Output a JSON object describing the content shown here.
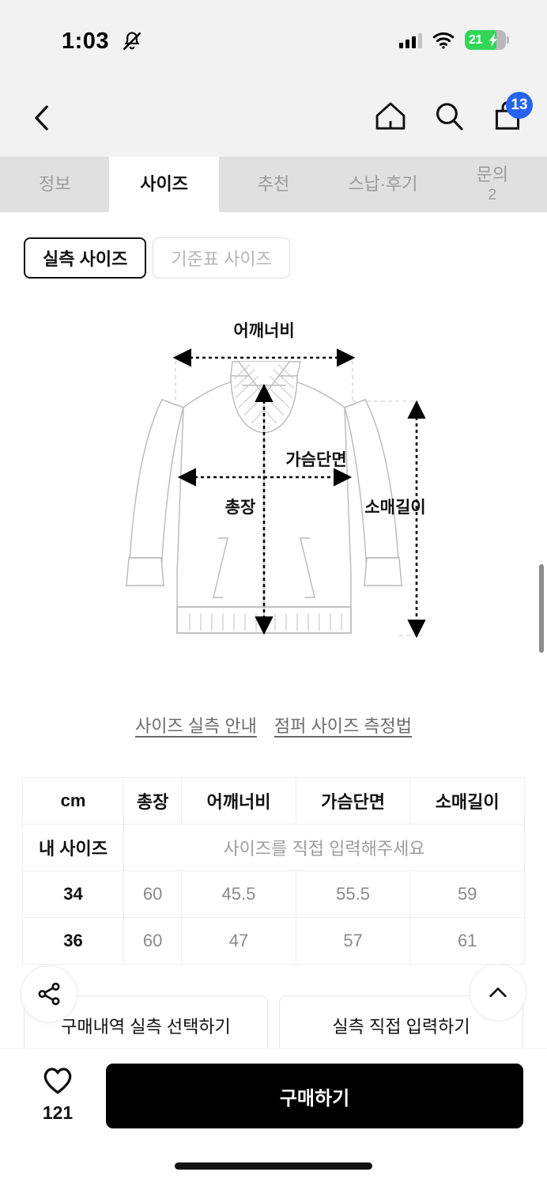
{
  "status_bar": {
    "time": "1:03",
    "bell_icon": "bell-muted-icon",
    "signal_icon": "cellular-signal-icon",
    "wifi_icon": "wifi-icon",
    "battery_percent": "21",
    "battery_charging": true,
    "battery_color": "#32d657"
  },
  "nav": {
    "back_icon": "chevron-left-icon",
    "home_icon": "home-icon",
    "search_icon": "search-icon",
    "cart_icon": "shopping-bag-icon",
    "cart_badge": "13",
    "badge_color": "#2563f0"
  },
  "tabs": [
    {
      "label": "정보",
      "sub": "",
      "active": false
    },
    {
      "label": "사이즈",
      "sub": "",
      "active": true
    },
    {
      "label": "추천",
      "sub": "",
      "active": false
    },
    {
      "label": "스납·후기",
      "sub": "",
      "active": false
    },
    {
      "label": "문의",
      "sub": "2",
      "active": false
    }
  ],
  "segment": [
    {
      "label": "실측 사이즈",
      "active": true
    },
    {
      "label": "기준표 사이즈",
      "active": false
    }
  ],
  "diagram": {
    "garment": "jacket-line-drawing",
    "labels": {
      "shoulder": "어깨너비",
      "chest": "가슴단면",
      "length": "총장",
      "sleeve": "소매길이"
    }
  },
  "links": [
    {
      "label": "사이즈 실측 안내"
    },
    {
      "label": "점퍼 사이즈 측정법"
    }
  ],
  "table": {
    "headers": [
      "cm",
      "총장",
      "어깨너비",
      "가슴단면",
      "소매길이"
    ],
    "my_size_label": "내 사이즈",
    "my_size_placeholder": "사이즈를 직접 입력해주세요",
    "rows": [
      {
        "size": "34",
        "values": [
          "60",
          "45.5",
          "55.5",
          "59"
        ]
      },
      {
        "size": "36",
        "values": [
          "60",
          "47",
          "57",
          "61"
        ]
      }
    ]
  },
  "actions": {
    "select_from_orders": "구매내역 실측 선택하기",
    "enter_manually": "실측 직접 입력하기",
    "share_icon": "share-icon",
    "scroll_top_icon": "chevron-up-icon"
  },
  "bottom_bar": {
    "like_icon": "heart-outline-icon",
    "like_count": "121",
    "buy_label": "구매하기",
    "buy_bg": "#000000"
  }
}
